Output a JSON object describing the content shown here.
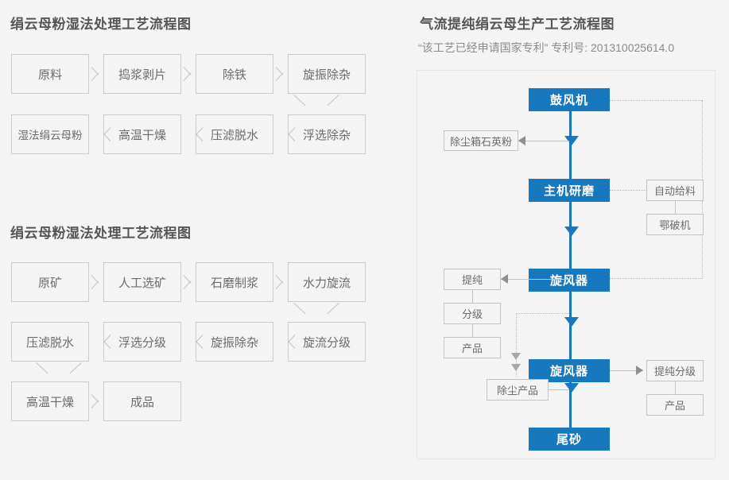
{
  "left": {
    "chart1": {
      "title": "绢云母粉湿法处理工艺流程图",
      "row1": [
        "原料",
        "捣浆剥片",
        "除铁",
        "旋振除杂"
      ],
      "row2": [
        "湿法绢云母粉",
        "高温干燥",
        "压滤脱水",
        "浮选除杂"
      ]
    },
    "chart2": {
      "title": "绢云母粉湿法处理工艺流程图",
      "row1": [
        "原矿",
        "人工选矿",
        "石磨制浆",
        "水力旋流"
      ],
      "row2": [
        "压滤脱水",
        "浮选分级",
        "旋振除杂",
        "旋流分级"
      ],
      "row3": [
        "高温干燥",
        "成品"
      ]
    }
  },
  "right": {
    "title": "气流提纯绢云母生产工艺流程图",
    "subtitle": "“该工艺已经申请国家专利” 专利号: 201310025614.0",
    "nodes": {
      "blower": "鼓风机",
      "dust_quartz": "除尘箱石英粉",
      "main_mill": "主机研磨",
      "auto_feed": "自动给料",
      "jaw_crusher": "鄂破机",
      "cyclone1": "旋风器",
      "purify": "提纯",
      "grade": "分级",
      "product1": "产品",
      "cyclone2": "旋风器",
      "purify_grade": "提纯分级",
      "product2": "产品",
      "dust_product": "除尘产品",
      "tailings": "尾砂"
    }
  },
  "colors": {
    "accent": "#1878be",
    "box_border": "#c4c4c4",
    "text": "#6b6b6b",
    "background": "#f4f4f4"
  }
}
